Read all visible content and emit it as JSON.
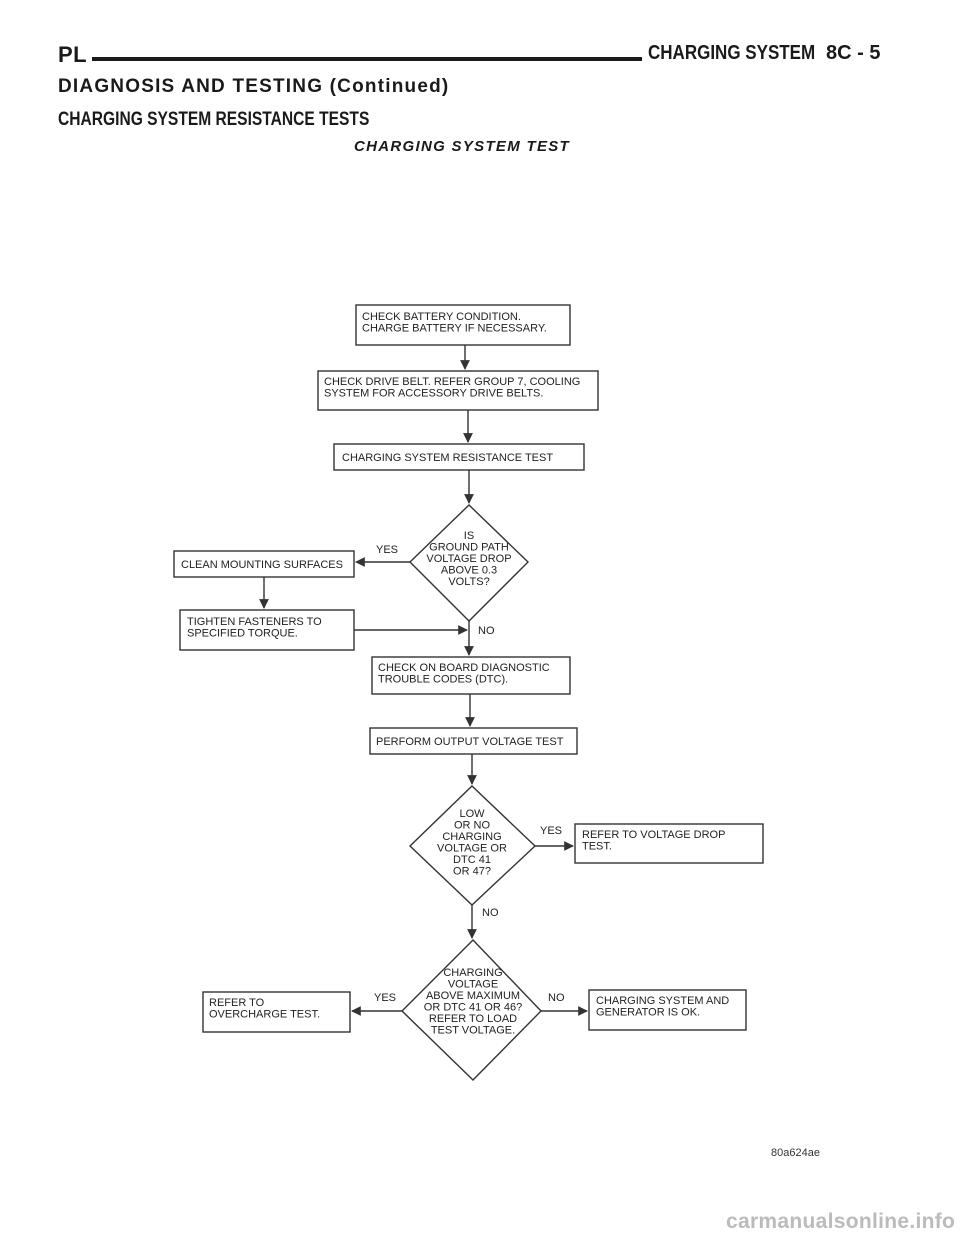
{
  "header": {
    "left": "PL",
    "right": "CHARGING SYSTEM",
    "page": "8C - 5"
  },
  "section_title": "DIAGNOSIS AND TESTING (Continued)",
  "subsection_title": "CHARGING SYSTEM RESISTANCE TESTS",
  "figure": {
    "title": "CHARGING SYSTEM TEST",
    "code": "80a624ae"
  },
  "flow": {
    "battery": [
      "CHECK BATTERY CONDITION.",
      "CHARGE BATTERY IF NECESSARY."
    ],
    "belt": [
      "CHECK DRIVE BELT. REFER GROUP 7, COOLING",
      "SYSTEM FOR ACCESSORY DRIVE BELTS."
    ],
    "resistance": [
      "CHARGING SYSTEM RESISTANCE TEST"
    ],
    "ground_decision": [
      "IS",
      "GROUND PATH",
      "VOLTAGE DROP",
      "ABOVE 0.3",
      "VOLTS?"
    ],
    "clean": [
      "CLEAN MOUNTING SURFACES"
    ],
    "tighten": [
      "TIGHTEN FASTENERS TO",
      "SPECIFIED TORQUE."
    ],
    "dtc": [
      "CHECK ON BOARD DIAGNOSTIC",
      "TROUBLE CODES (DTC)."
    ],
    "output": [
      "PERFORM OUTPUT VOLTAGE TEST"
    ],
    "low_decision": [
      "LOW",
      "OR NO",
      "CHARGING",
      "VOLTAGE OR",
      "DTC  41",
      "OR 47?"
    ],
    "voltage_drop": [
      "REFER TO VOLTAGE DROP",
      "TEST."
    ],
    "max_decision": [
      "CHARGING",
      "VOLTAGE",
      "ABOVE MAXIMUM",
      "OR DTC 41 OR 46?",
      "REFER TO LOAD",
      "TEST VOLTAGE."
    ],
    "overcharge": [
      "REFER TO",
      "OVERCHARGE TEST."
    ],
    "ok": [
      "CHARGING SYSTEM AND",
      "GENERATOR IS OK."
    ],
    "labels": {
      "yes1": "YES",
      "no1": "NO",
      "yes2": "YES",
      "no2": "NO",
      "yes3": "YES",
      "no3": "NO"
    }
  },
  "watermark": "carmanualsonline.info"
}
